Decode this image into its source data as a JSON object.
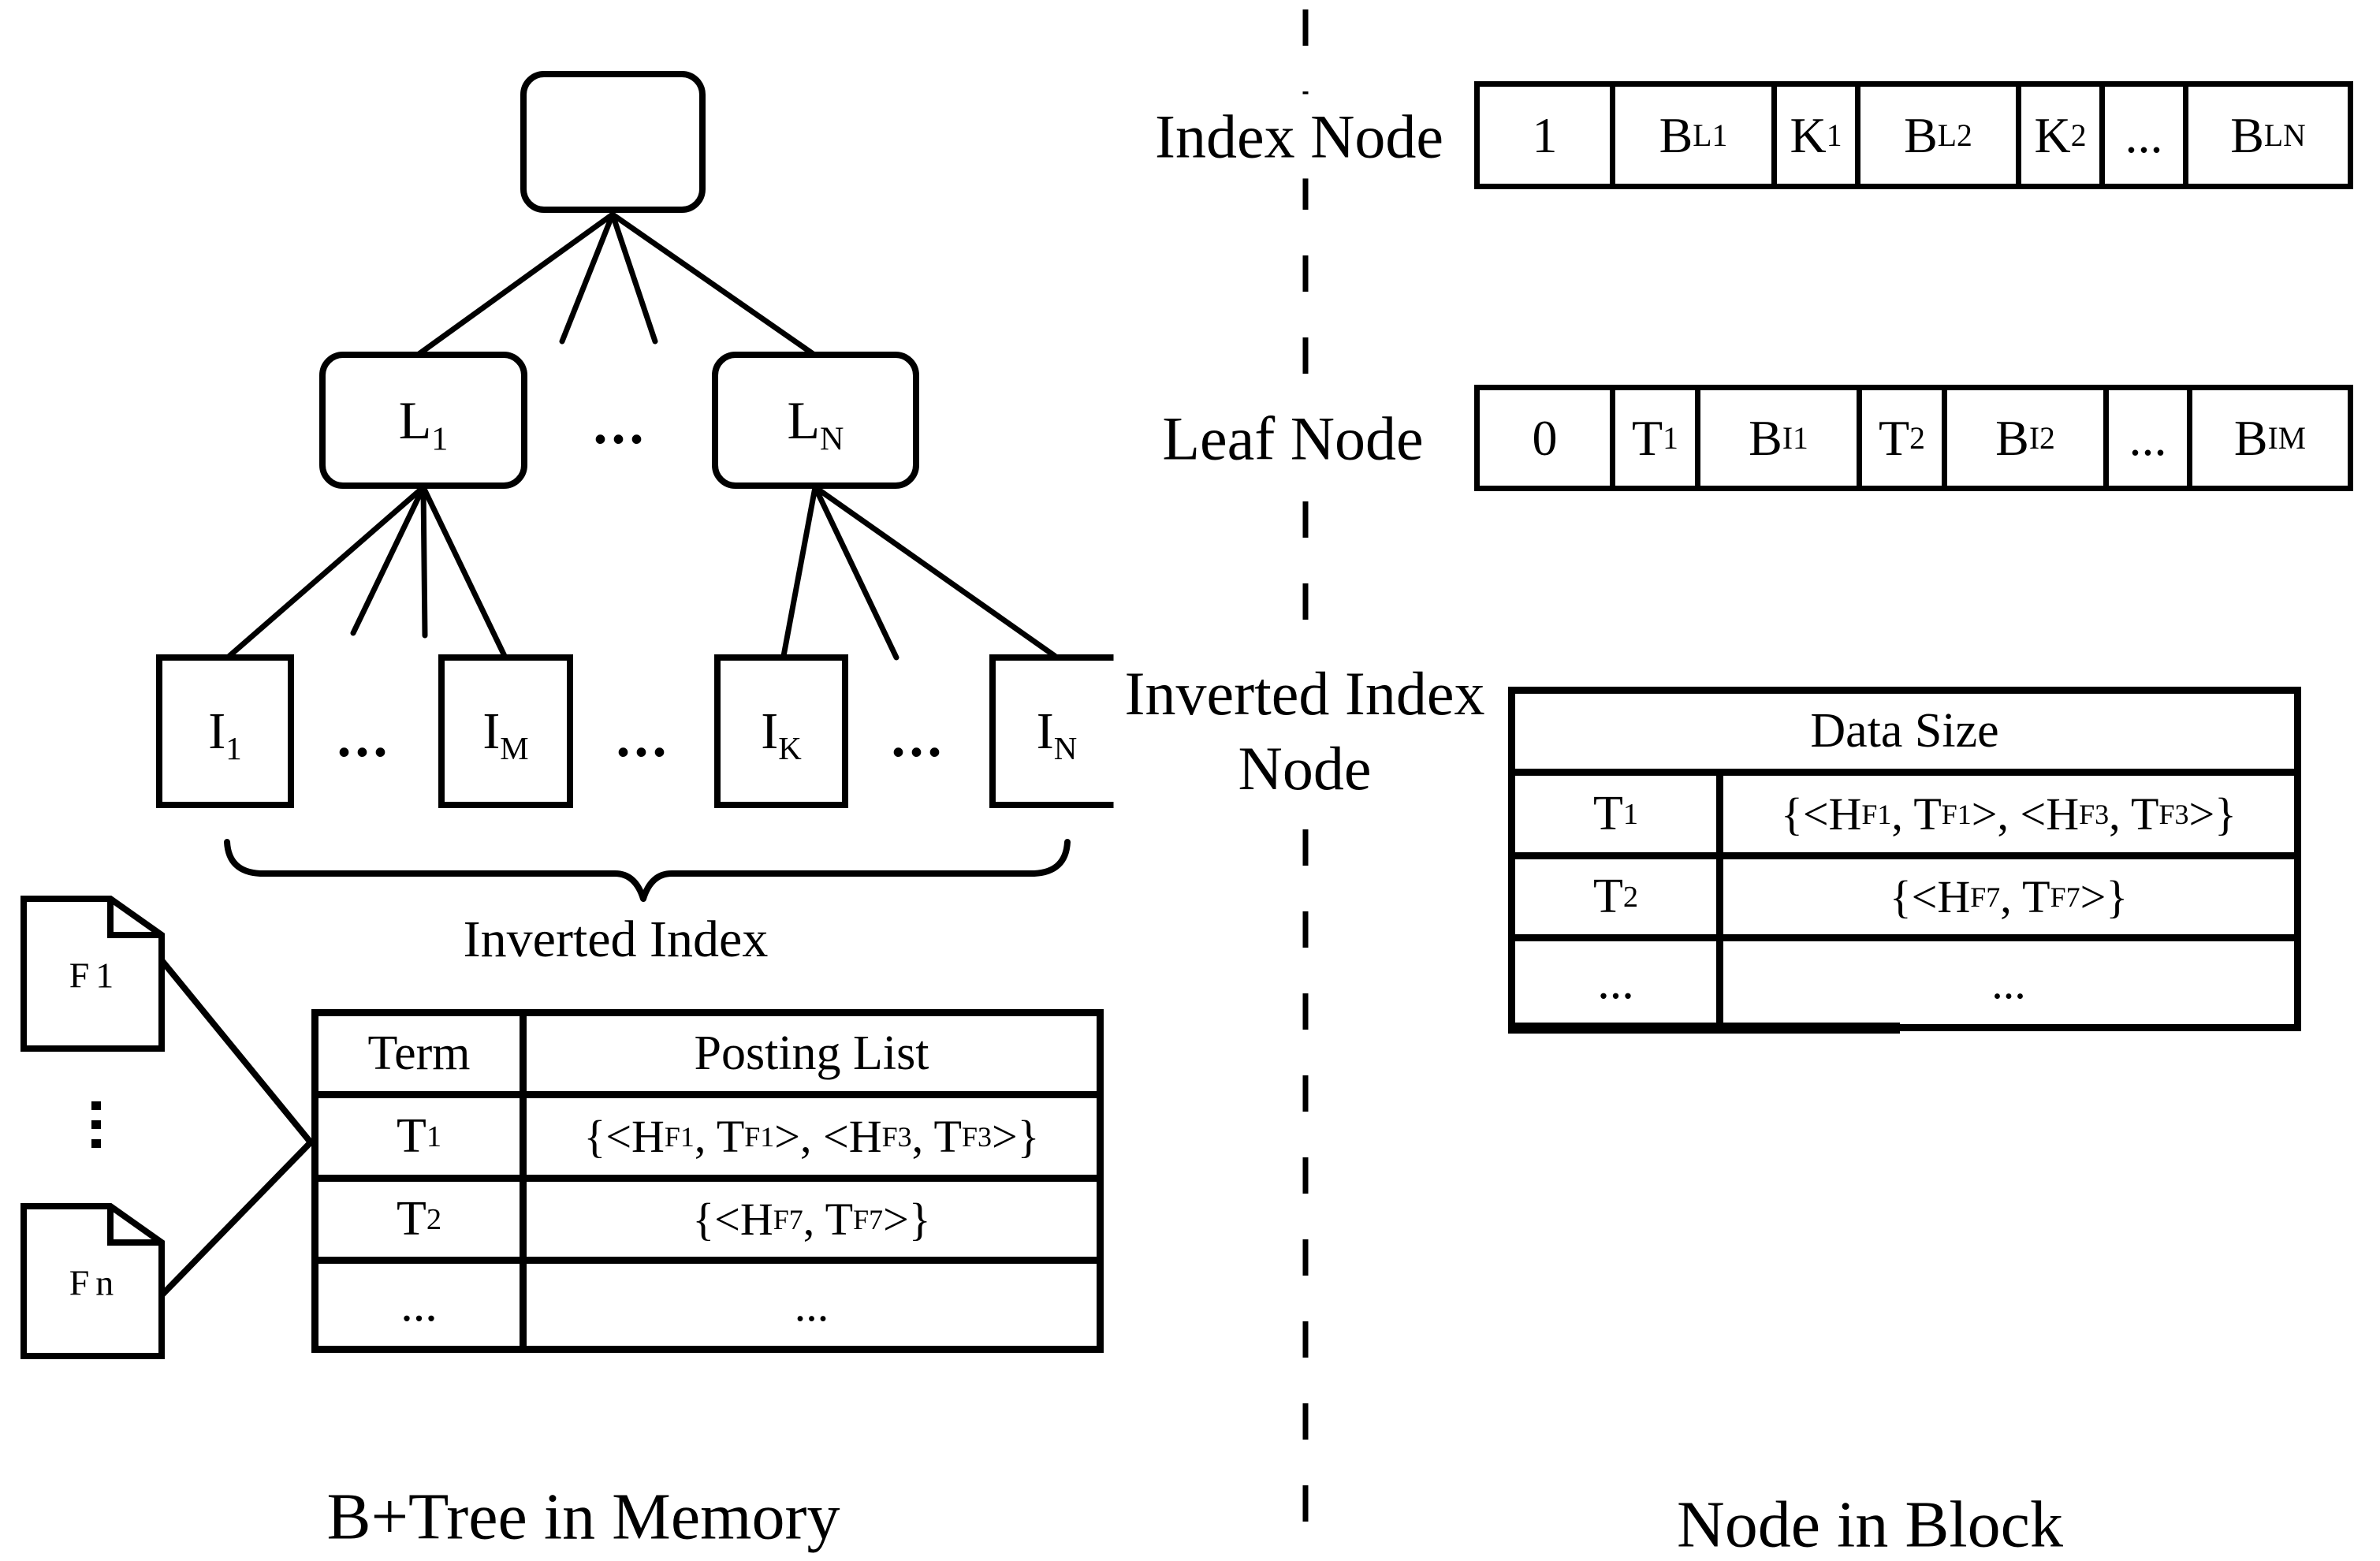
{
  "captions": {
    "left": "B+Tree in Memory",
    "right": "Node in Block"
  },
  "tree": {
    "internal_nodes": [
      [
        "L",
        {
          "sub": "1"
        }
      ],
      [
        "L",
        {
          "sub": "N"
        }
      ]
    ],
    "internal_ellipsis": "...",
    "leaf_nodes": [
      [
        "I",
        {
          "sub": "1"
        }
      ],
      [
        "I",
        {
          "sub": "M"
        }
      ],
      [
        "I",
        {
          "sub": "K"
        }
      ],
      [
        "I",
        {
          "sub": "N"
        }
      ]
    ],
    "leaf_ellipsis": "...",
    "brace_label": "Inverted Index"
  },
  "documents": {
    "first": "F1",
    "last": "Fn"
  },
  "left_table": {
    "headers": [
      "Term",
      "Posting List"
    ],
    "rows": [
      {
        "term": [
          "T",
          {
            "sub": "1"
          }
        ],
        "posting": [
          "{<H",
          {
            "sub": "F1"
          },
          ", T",
          {
            "sub": "F1"
          },
          ">, <H",
          {
            "sub": "F3"
          },
          ", T",
          {
            "sub": "F3"
          },
          ">}"
        ]
      },
      {
        "term": [
          "T",
          {
            "sub": "2"
          }
        ],
        "posting": [
          "{<H",
          {
            "sub": "F7"
          },
          ", T",
          {
            "sub": "F7"
          },
          ">}"
        ]
      },
      {
        "term": [
          "..."
        ],
        "posting": [
          "..."
        ]
      }
    ]
  },
  "right_panel": {
    "index_node": {
      "label": "Index Node",
      "cells": [
        [
          "1"
        ],
        [
          "B",
          {
            "sub": "L1"
          }
        ],
        [
          "K",
          {
            "sub": "1"
          }
        ],
        [
          "B",
          {
            "sub": "L2"
          }
        ],
        [
          "K",
          {
            "sub": "2"
          }
        ],
        [
          "..."
        ],
        [
          "B",
          {
            "sub": "LN"
          }
        ]
      ]
    },
    "leaf_node": {
      "label": "Leaf Node",
      "cells": [
        [
          "0"
        ],
        [
          "T",
          {
            "sub": "1"
          }
        ],
        [
          "B",
          {
            "sub": "I1"
          }
        ],
        [
          "T",
          {
            "sub": "2"
          }
        ],
        [
          "B",
          {
            "sub": "I2"
          }
        ],
        [
          "..."
        ],
        [
          "B",
          {
            "sub": "IM"
          }
        ]
      ]
    },
    "inverted_index_node": {
      "label_line1": "Inverted Index",
      "label_line2": "Node",
      "header": "Data Size",
      "rows": [
        {
          "term": [
            "T",
            {
              "sub": "1"
            }
          ],
          "posting": [
            "{<H",
            {
              "sub": "F1"
            },
            ", T",
            {
              "sub": "F1"
            },
            ">, <H",
            {
              "sub": "F3"
            },
            ", T",
            {
              "sub": "F3"
            },
            ">}"
          ]
        },
        {
          "term": [
            "T",
            {
              "sub": "2"
            }
          ],
          "posting": [
            "{<H",
            {
              "sub": "F7"
            },
            ", T",
            {
              "sub": "F7"
            },
            ">}"
          ]
        },
        {
          "term": [
            "..."
          ],
          "posting": [
            "..."
          ]
        }
      ]
    }
  }
}
